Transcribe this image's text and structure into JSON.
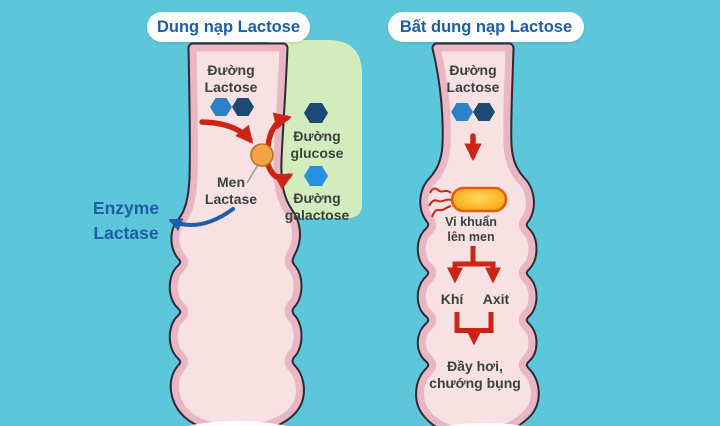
{
  "diagram_title_semantic": "Lactose tolerance vs intolerance diagram",
  "colors": {
    "background": "#5cc7da",
    "intestine_fill": "#f7e1e3",
    "intestine_rim": "#e9b6c3",
    "intestine_outline": "#302834",
    "green_panel": "#d2ecbd",
    "title_blue": "#1d5ea6",
    "label_dark": "#3a423c",
    "arrow_red": "#cd2417",
    "hexagon_light_blue": "#2d82c6",
    "hexagon_dark_blue": "#1d4a74",
    "hexagon_galactose_blue": "#2492e0",
    "enzyme_circle_orange": "#f2a444",
    "bacteria_pill_orange": "#f9a81a",
    "title_pill_bg": "#fdfdfd"
  },
  "left_panel": {
    "title": "Dung nạp Lactose",
    "lactose_label": [
      "Đường",
      "Lactose"
    ],
    "enzyme_label": [
      "Men",
      "Lactase"
    ],
    "glucose_label": [
      "Đường",
      "glucose"
    ],
    "galactose_label": [
      "Đường",
      "galactose"
    ],
    "enzyme_annotation": [
      "Enzyme",
      "Lactase"
    ]
  },
  "right_panel": {
    "title": "Bất dung nạp Lactose",
    "lactose_label": [
      "Đường",
      "Lactose"
    ],
    "bacteria_label": [
      "Vi khuẩn",
      "lên men"
    ],
    "gas_label": "Khí",
    "acid_label": "Axit",
    "symptom_label": [
      "Đầy hơi,",
      "chướng bụng"
    ]
  }
}
